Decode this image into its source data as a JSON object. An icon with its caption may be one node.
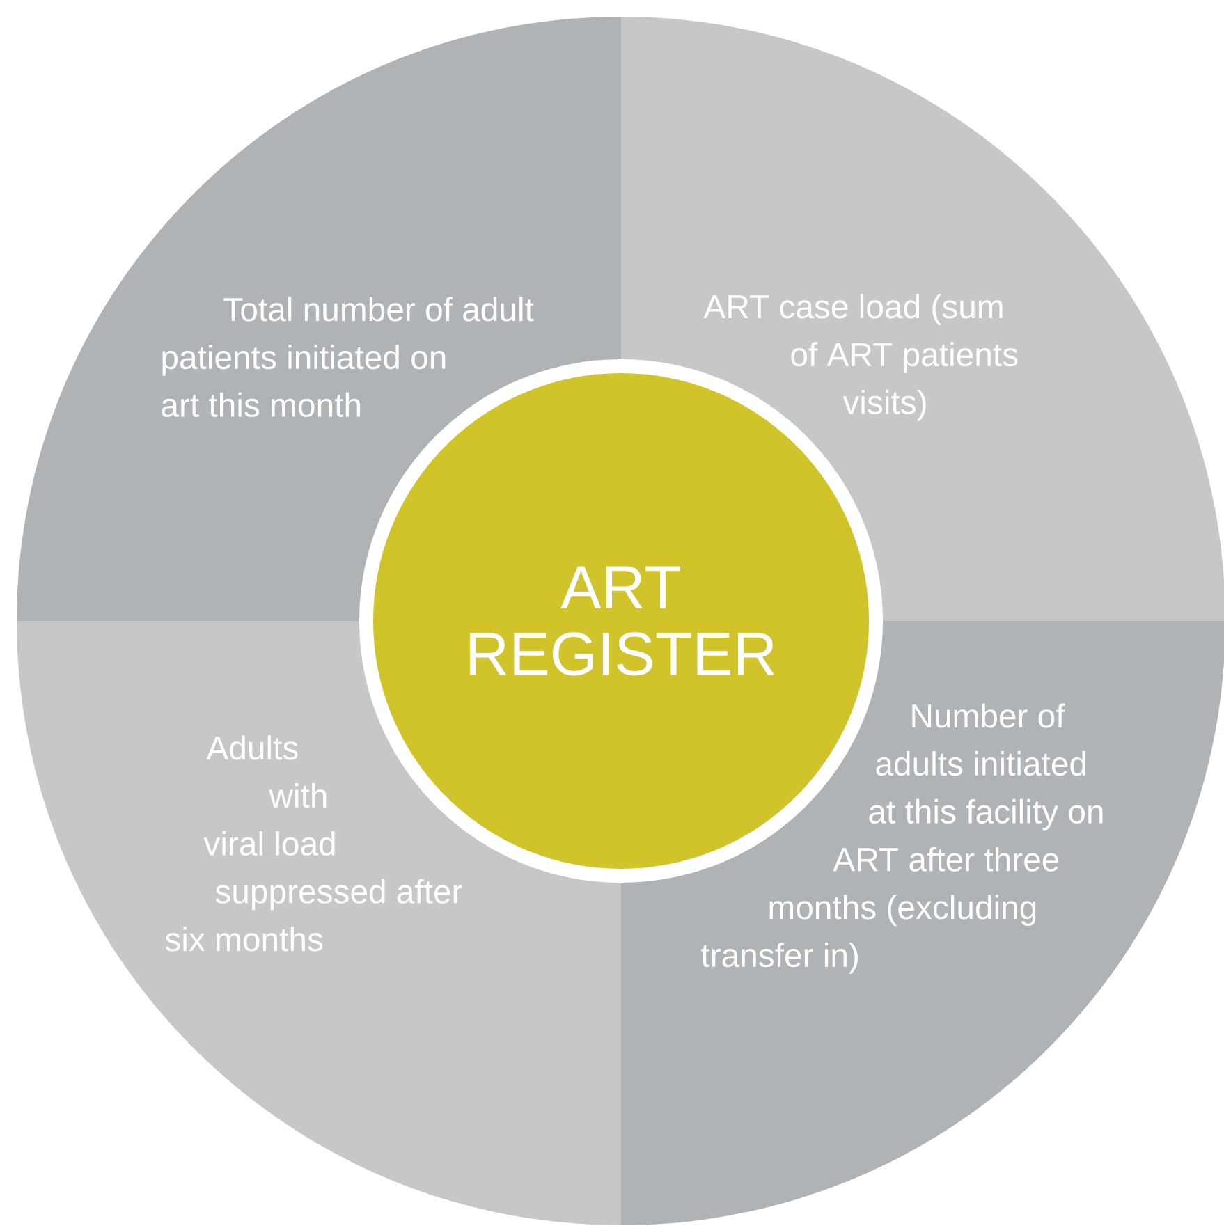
{
  "diagram": {
    "nodes": [
      {
        "text": [
          "Total number of adult patients initiated on art this month"
        ]
      },
      {
        "text": [
          "ART case load (sum of ART patients visits)"
        ]
      },
      {
        "text": [
          "ART REGISTER"
        ]
      },
      {
        "text": [
          "Adults with viral load suppressed after six months"
        ]
      },
      {
        "text": [
          "Number of adults initiated at this facility on ART after three months (excluding transfer in)"
        ]
      }
    ]
  }
}
